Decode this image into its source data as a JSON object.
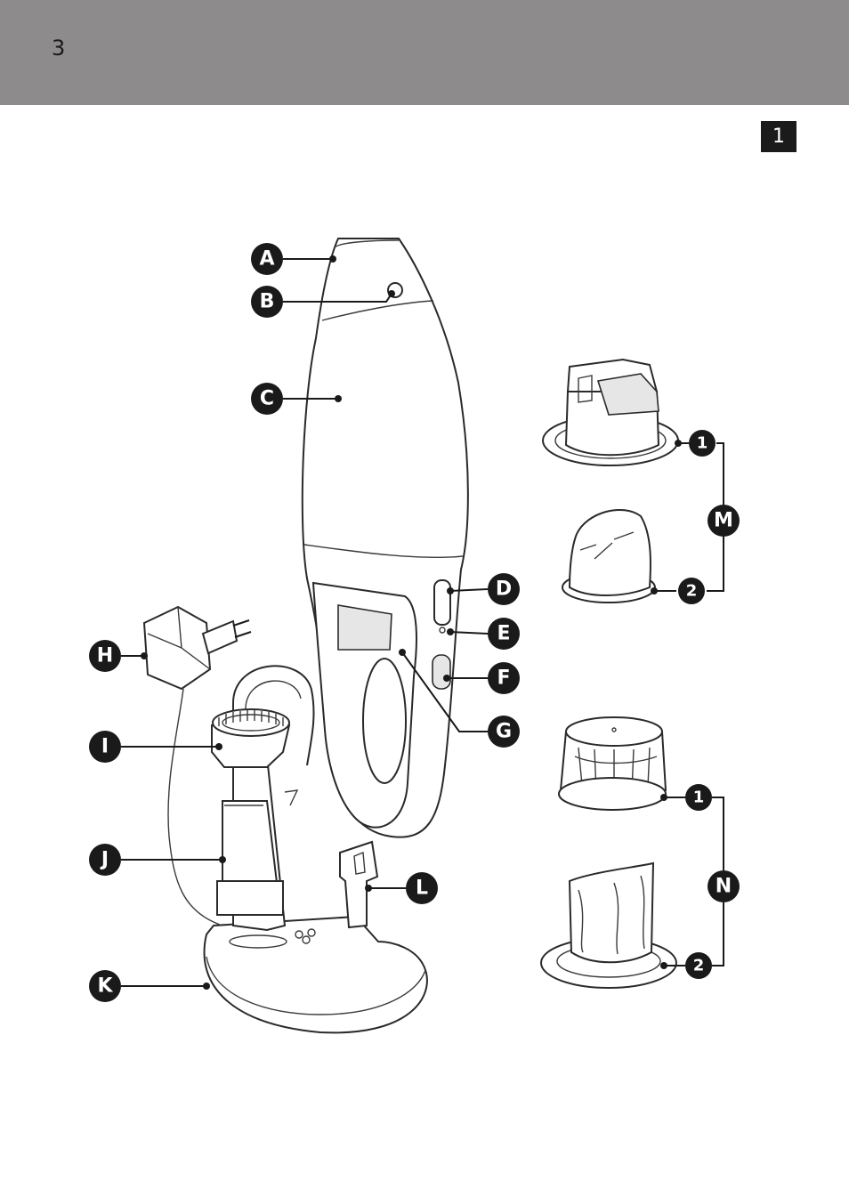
{
  "page": {
    "number": "3",
    "figure_number": "1"
  },
  "callouts": {
    "A": "A",
    "B": "B",
    "C": "C",
    "D": "D",
    "E": "E",
    "F": "F",
    "G": "G",
    "H": "H",
    "I": "I",
    "J": "J",
    "K": "K",
    "L": "L",
    "M": "M",
    "N": "N",
    "M1": "1",
    "M2": "2",
    "N1": "1",
    "N2": "2"
  },
  "colors": {
    "header_band": "#8d8b8c",
    "callout_fill": "#1a1a1a",
    "badge": "#1b1b1b"
  }
}
